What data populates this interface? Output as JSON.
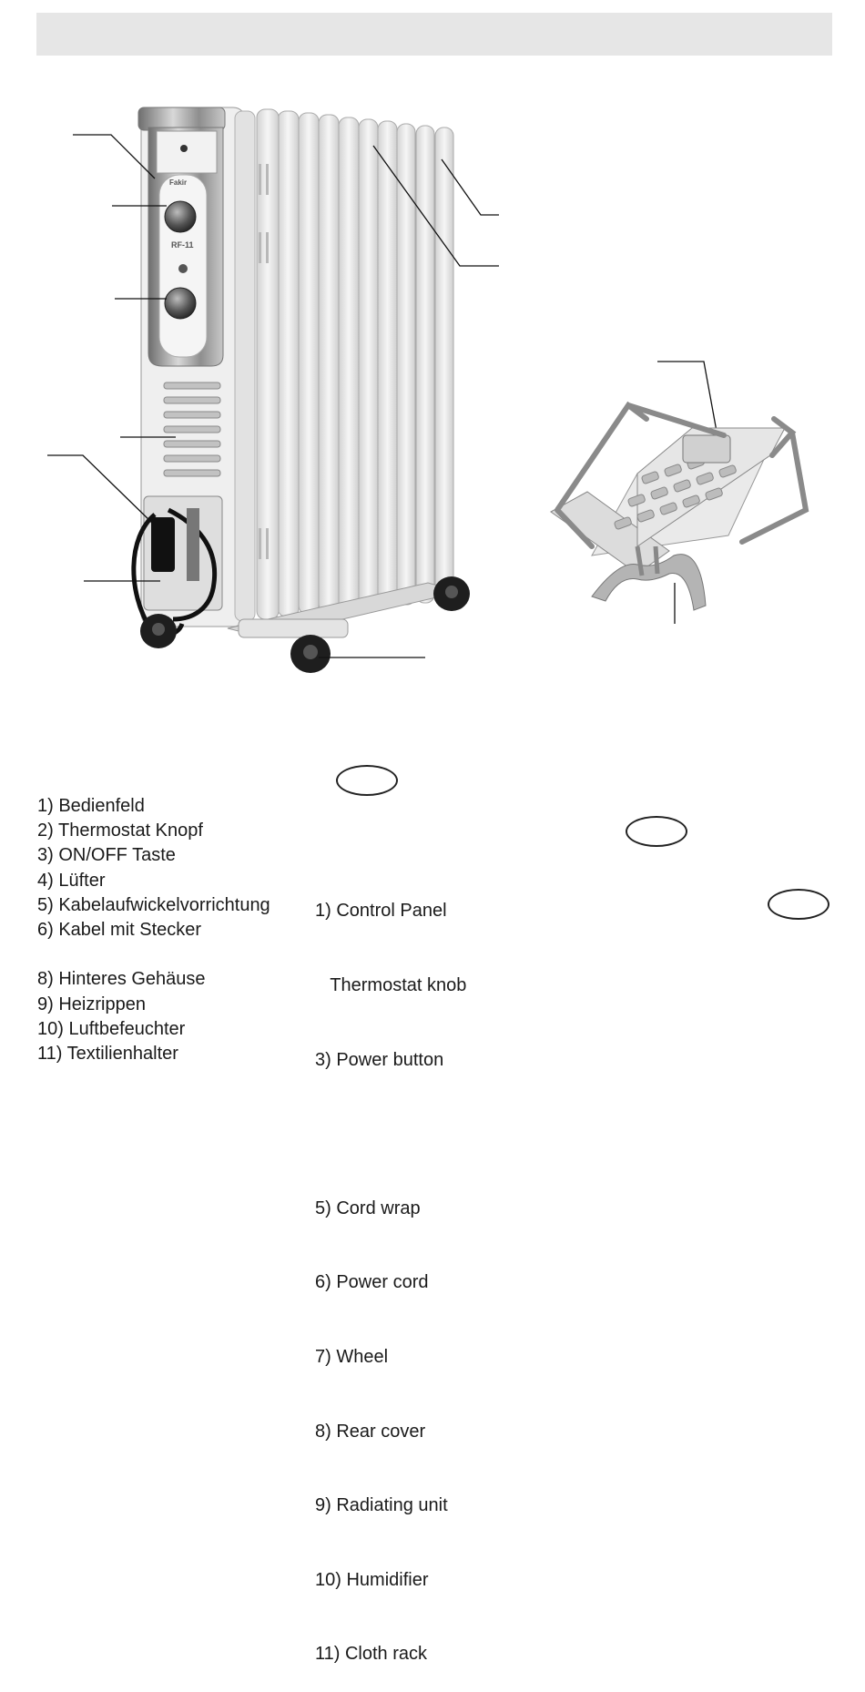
{
  "german_list": [
    "1) Bedienfeld",
    "2) Thermostat Knopf",
    "3) ON/OFF Taste",
    "4) Lüfter",
    "5) Kabelaufwickelvorrichtung",
    "6) Kabel mit Stecker",
    "",
    "8) Hinteres Gehäuse",
    "9) Heizrippen",
    "10) Luftbefeuchter",
    "11) Textilienhalter"
  ],
  "english_list": [
    "1) Control Panel",
    "   Thermostat knob",
    "3) Power button",
    "",
    "5) Cord wrap",
    "6) Power cord",
    "7) Wheel",
    "8) Rear cover",
    "9) Radiating unit",
    "10) Humidifier",
    "11) Cloth rack"
  ],
  "heater_brand": "Fakir",
  "heater_model": "RF-11",
  "colors": {
    "header_bar": "#e6e6e6",
    "heater_body": "#eeeeee",
    "chrome": "#9a9a9a",
    "wheel": "#1e1e1e"
  }
}
